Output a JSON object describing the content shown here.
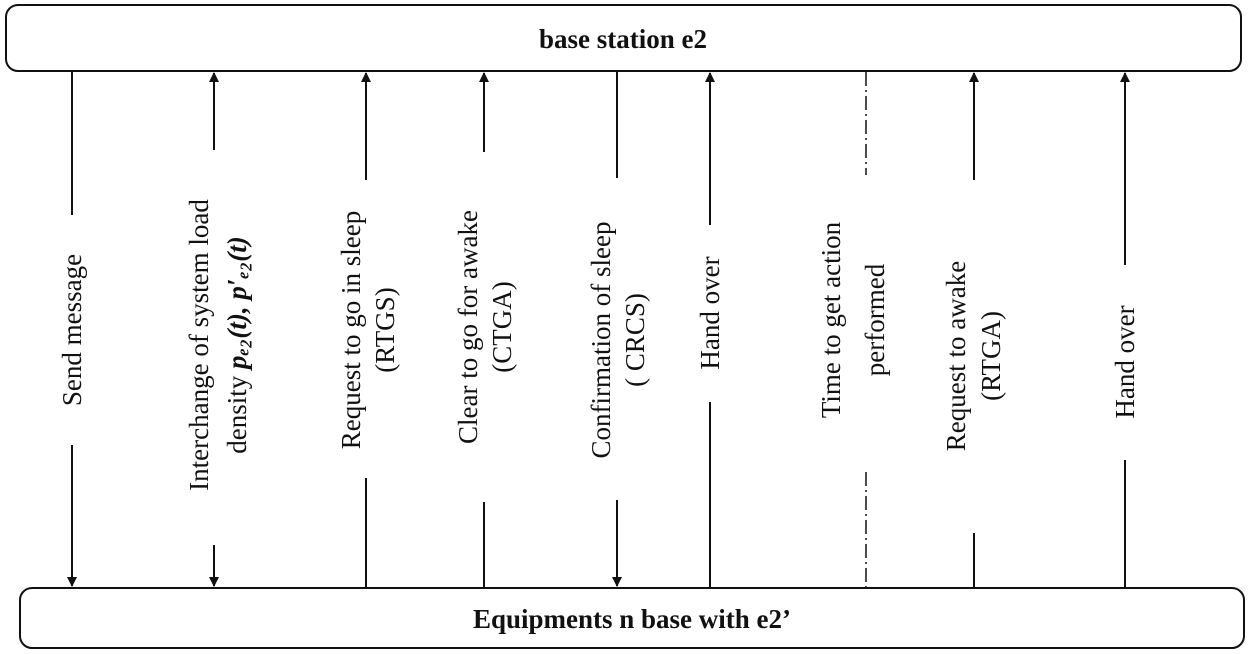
{
  "top_box": {
    "title": "base station e2"
  },
  "bottom_box": {
    "title": "Equipments  n base with e2’"
  },
  "messages": {
    "send_message": "Send message",
    "interchange_line1": "Interchange of system load",
    "interchange_line2_prefix": "density ",
    "interchange_formula": "pₑ₂(t), p′ₑ₂(t)",
    "rtgs_line1": "Request to go in sleep",
    "rtgs_line2": "(RTGS)",
    "ctga_line1": "Clear to go for awake",
    "ctga_line2": "(CTGA)",
    "crcs_line1": "Confirmation of sleep",
    "crcs_line2": "( CRCS)",
    "handover_1": "Hand over",
    "time_line1": "Time to get action",
    "time_line2": "performed",
    "rtga_line1": "Request to awake",
    "rtga_line2": "(RTGA)",
    "handover_2": "Hand over"
  }
}
